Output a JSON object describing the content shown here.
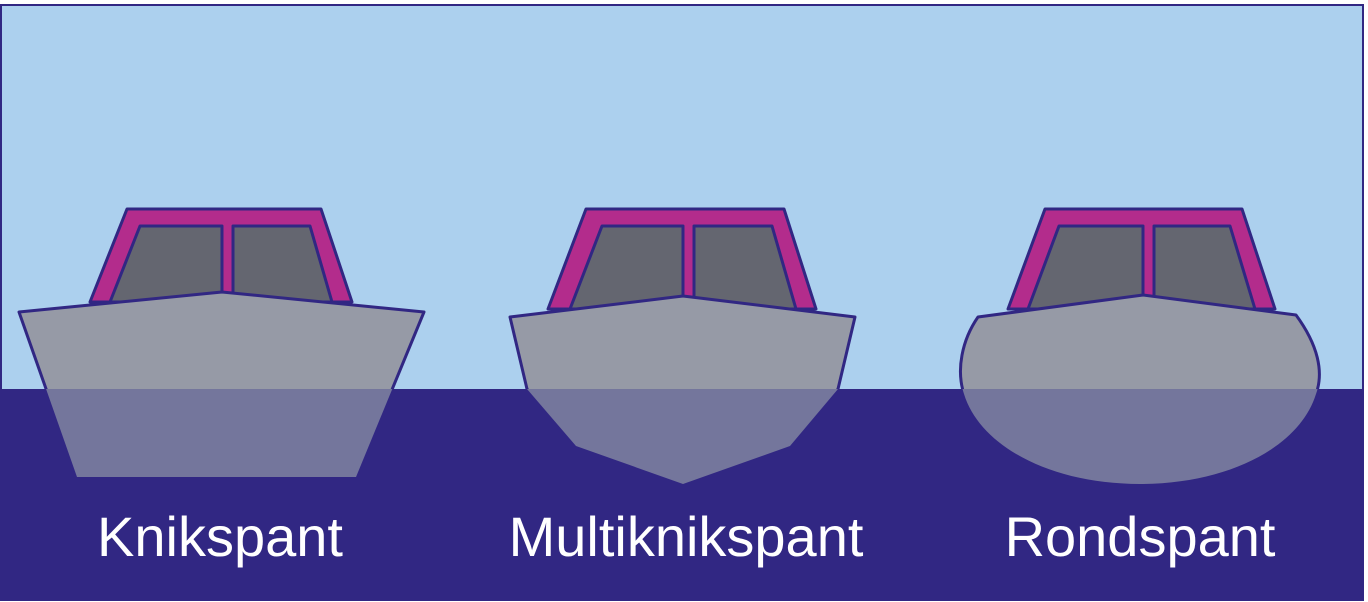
{
  "colors": {
    "sky": "#acd0ee",
    "water": "#312783",
    "outline": "#312783",
    "cabin_frame": "#b32c8c",
    "window": "#646670",
    "hull_above_water": "#969aa6",
    "hull_below_water": "#74769c",
    "label": "#ffffff"
  },
  "boats": [
    {
      "label": "Knikspant",
      "hull_type": "hard-chine"
    },
    {
      "label": "Multiknikspant",
      "hull_type": "multi-chine"
    },
    {
      "label": "Rondspant",
      "hull_type": "round-bilge"
    }
  ]
}
